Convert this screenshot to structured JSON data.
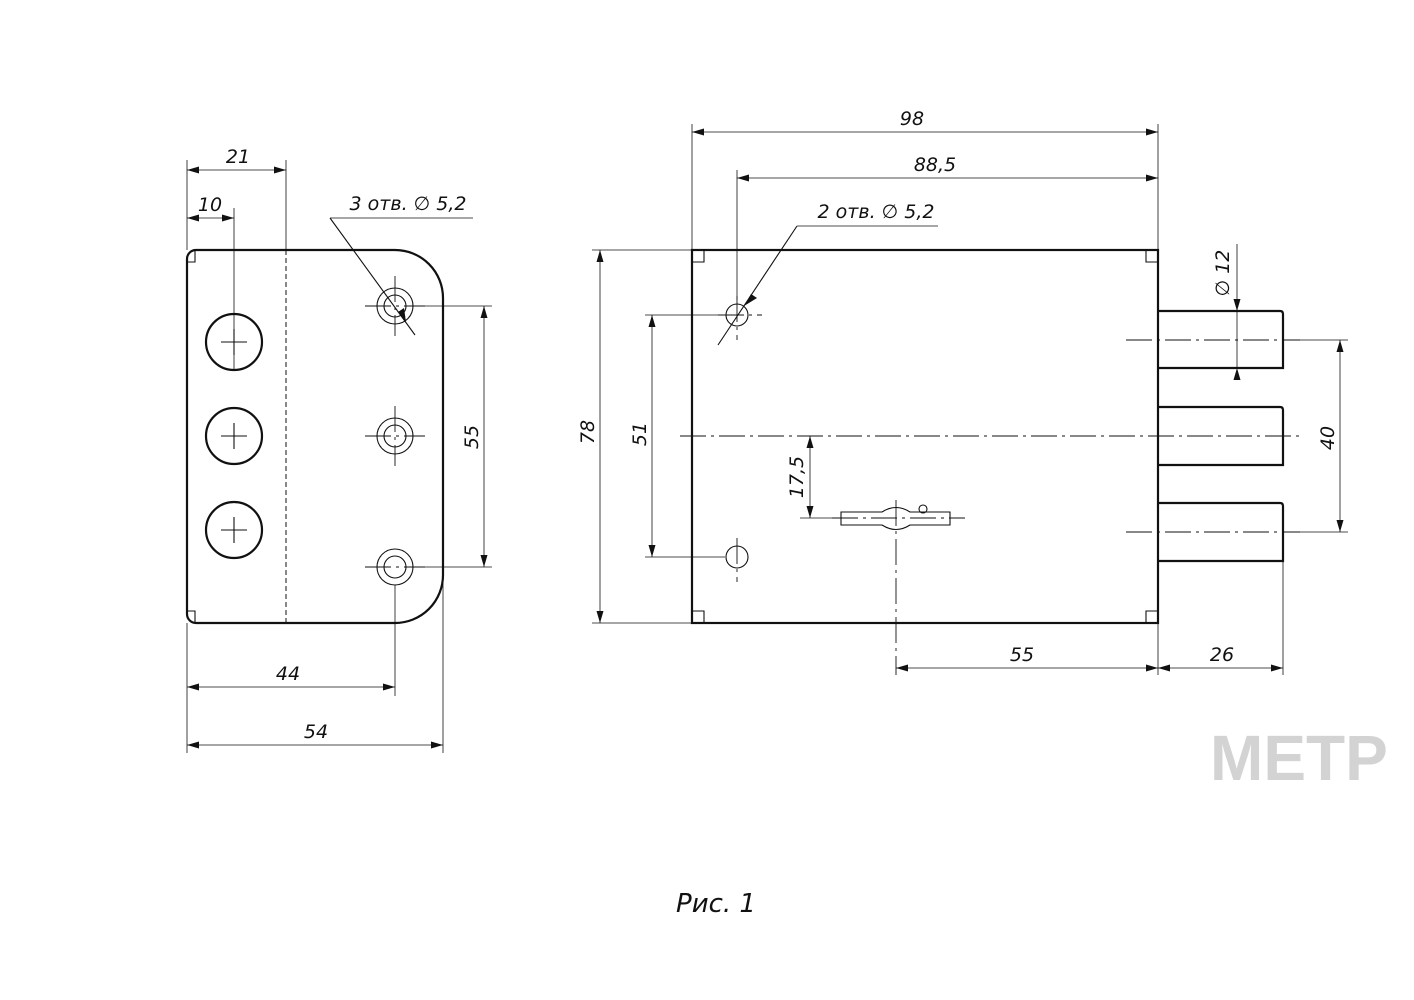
{
  "left_view": {
    "dims": {
      "d21": "21",
      "d10": "10",
      "d55": "55",
      "d44": "44",
      "d54": "54"
    },
    "holes_note": "3 отв. ∅ 5,2"
  },
  "right_view": {
    "dims": {
      "d98": "98",
      "d88_5": "88,5",
      "d78": "78",
      "d51": "51",
      "d17_5": "17,5",
      "d55": "55",
      "d26": "26",
      "d40": "40",
      "d12": "∅ 12"
    },
    "holes_note": "2 отв. ∅ 5,2"
  },
  "caption": "Рис. 1",
  "logo": "МЕТР",
  "colors": {
    "line": "#111111",
    "logo": "#d3d3d3",
    "background": "#ffffff"
  }
}
